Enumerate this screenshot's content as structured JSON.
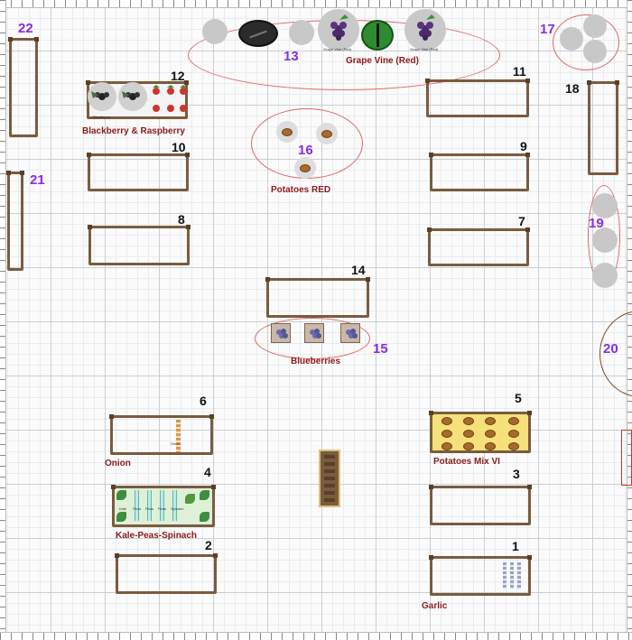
{
  "beds": [
    {
      "id": "1",
      "label": "1",
      "name": "Garlic"
    },
    {
      "id": "2",
      "label": "2",
      "name": ""
    },
    {
      "id": "3",
      "label": "3",
      "name": ""
    },
    {
      "id": "4",
      "label": "4",
      "name": "Kale-Peas-Spinach"
    },
    {
      "id": "5",
      "label": "5",
      "name": "Potatoes Mix VI"
    },
    {
      "id": "6",
      "label": "6",
      "name": "Onion"
    },
    {
      "id": "7",
      "label": "7",
      "name": ""
    },
    {
      "id": "8",
      "label": "8",
      "name": ""
    },
    {
      "id": "9",
      "label": "9",
      "name": ""
    },
    {
      "id": "10",
      "label": "10",
      "name": ""
    },
    {
      "id": "11",
      "label": "11",
      "name": ""
    },
    {
      "id": "12",
      "label": "12",
      "name": "Blackberry & Raspberry"
    },
    {
      "id": "14",
      "label": "14",
      "name": ""
    },
    {
      "id": "18",
      "label": "18",
      "name": ""
    },
    {
      "id": "21",
      "label": "21",
      "name": ""
    },
    {
      "id": "22",
      "label": "22",
      "name": ""
    }
  ],
  "zones": [
    {
      "id": "13",
      "label": "13",
      "name": "Grape Vine (Red)"
    },
    {
      "id": "15",
      "label": "15",
      "name": "Blueberries"
    },
    {
      "id": "16",
      "label": "16",
      "name": "Potatoes RED"
    },
    {
      "id": "17",
      "label": "17",
      "name": ""
    },
    {
      "id": "19",
      "label": "19",
      "name": ""
    },
    {
      "id": "20",
      "label": "20",
      "name": ""
    }
  ],
  "plant_tags": {
    "grape_left": "Grape Vine (Red)",
    "grape_right": "Grape Vine (Red)",
    "blackberry": "Blackberry",
    "onion": "Onion",
    "kale": "Kale",
    "peas_1": "Peas",
    "peas_2": "Peas",
    "peas_3": "Peas",
    "spinach": "Spinach"
  },
  "colors": {
    "bed_frame": "#7a5c3e",
    "label_text": "#8b1a1a",
    "zone_number": "#8a2be2",
    "zone_outline": "#e06666",
    "potato_bed_fill": "#f5e07a"
  }
}
